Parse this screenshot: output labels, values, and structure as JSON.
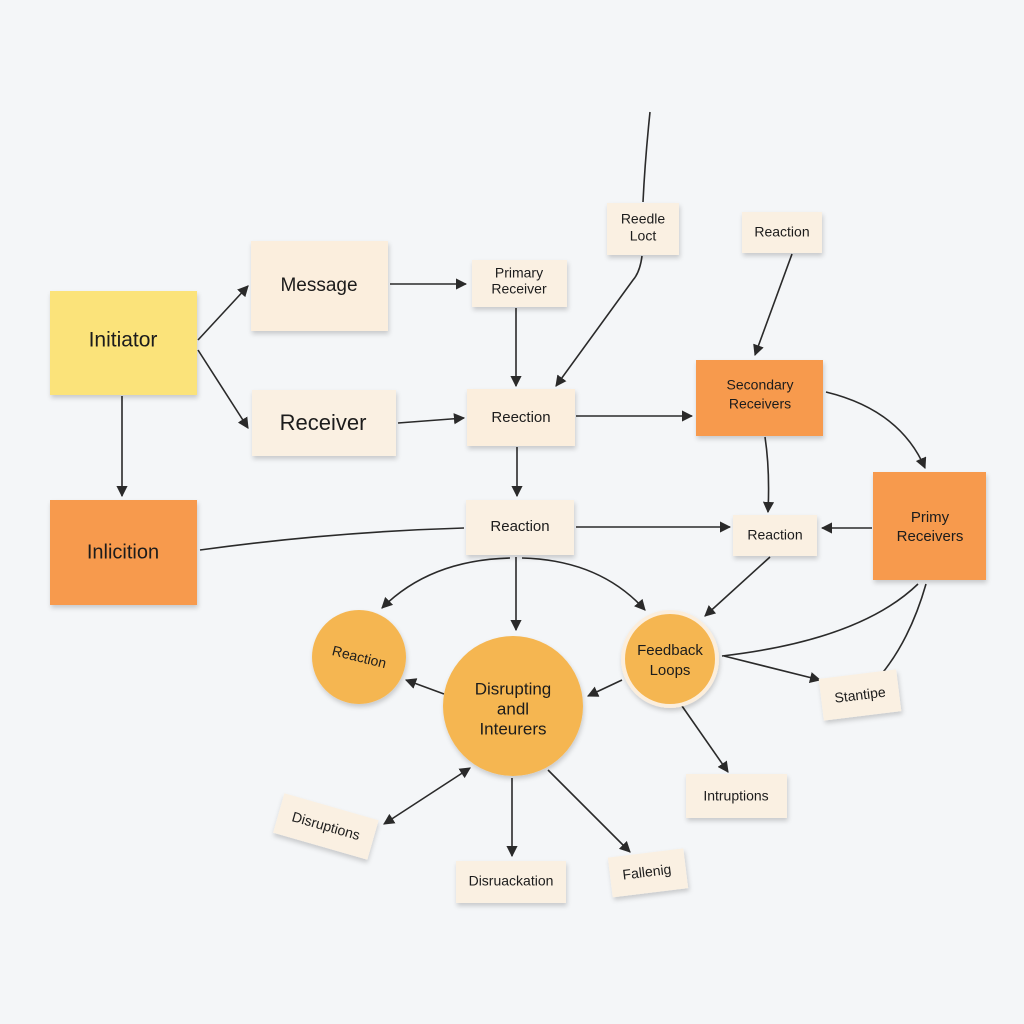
{
  "colors": {
    "background": "#f4f6f8",
    "yellow": "#fbe37a",
    "orange": "#f79a4d",
    "cream": "#fbeedd",
    "light_cream": "#faf0e2",
    "circle_gold": "#f5b651",
    "edge": "#2a2a2a"
  },
  "nodes": {
    "initiator": "Initiator",
    "message": "Message",
    "receiver": "Receiver",
    "inlicition": "Inlicition",
    "primary_receiver": [
      "Primary",
      "Receiver"
    ],
    "reedle_loct": [
      "Reedle",
      "Loct"
    ],
    "reaction_top": "Reaction",
    "secondary_receivers": [
      "Secondary",
      "Receivers"
    ],
    "reection": "Reection",
    "reaction_mid": "Reaction",
    "reaction_right": "Reaction",
    "primy_receivers": [
      "Primy",
      "Receivers"
    ],
    "reaction_circle": "Reaction",
    "disrupting_circle": [
      "Disrupting",
      "andl",
      "Inteurers"
    ],
    "feedback_circle": [
      "Feedback",
      "Loops"
    ],
    "stantipe": "Stantipe",
    "intruptions": "Intruptions",
    "disruptions": "Disruptions",
    "disruackation": "Disruackation",
    "fallenig": "Fallenig"
  }
}
